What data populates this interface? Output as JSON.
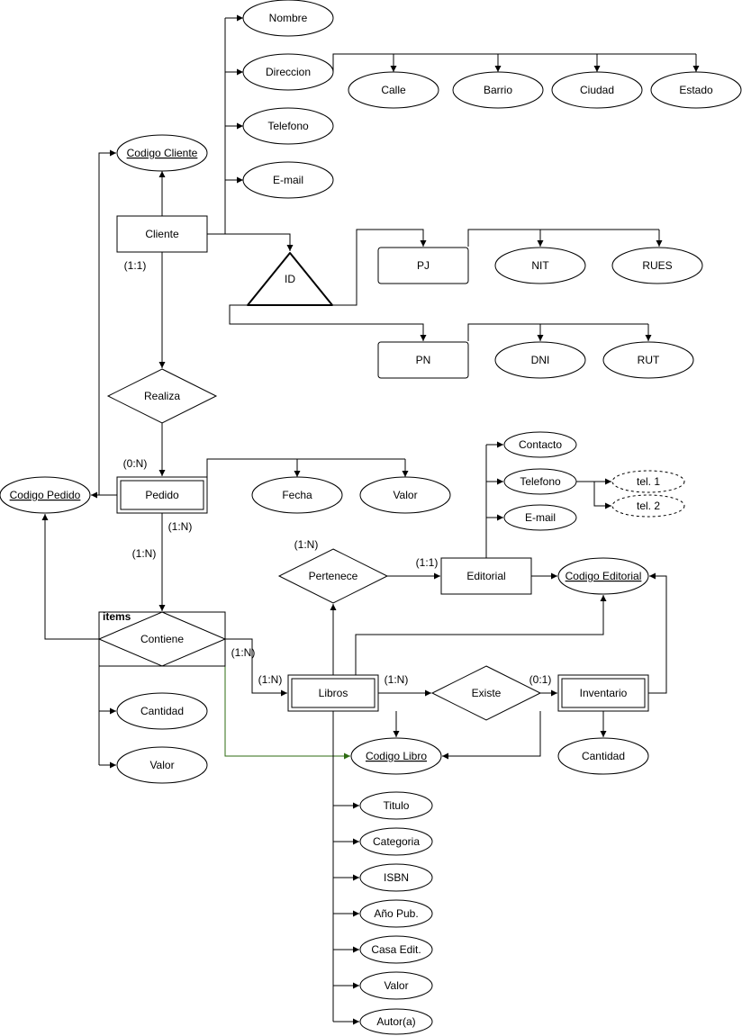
{
  "entities": {
    "cliente": "Cliente",
    "pedido": "Pedido",
    "libros": "Libros",
    "editorial": "Editorial",
    "inventario": "Inventario",
    "pj": "PJ",
    "pn": "PN"
  },
  "relationships": {
    "realiza": "Realiza",
    "contiene": "Contiene",
    "pertenece": "Pertenece",
    "existe": "Existe",
    "id_triangle": "ID"
  },
  "container": {
    "items": "items"
  },
  "attributes": {
    "nombre": "Nombre",
    "direccion": "Direccion",
    "calle": "Calle",
    "barrio": "Barrio",
    "ciudad": "Ciudad",
    "estado": "Estado",
    "telefono_cliente": "Telefono",
    "email_cliente": "E-mail",
    "codigo_cliente": "Codigo Cliente",
    "nit": "NIT",
    "rues": "RUES",
    "dni": "DNI",
    "rut": "RUT",
    "fecha": "Fecha",
    "valor_pedido": "Valor",
    "codigo_pedido": "Codigo Pedido",
    "contacto": "Contacto",
    "telefono_editorial": "Telefono",
    "tel1": "tel. 1",
    "tel2": "tel. 2",
    "email_editorial": "E-mail",
    "codigo_editorial": "Codigo Editorial",
    "cantidad_items": "Cantidad",
    "valor_items": "Valor",
    "codigo_libro": "Codigo Libro",
    "cantidad_inventario": "Cantidad",
    "titulo": "Titulo",
    "categoria": "Categoria",
    "isbn": "ISBN",
    "anio_pub": "Año Pub.",
    "casa_edit": "Casa Edit.",
    "valor_libro": "Valor",
    "autor": "Autor(a)"
  },
  "cardinalities": {
    "cliente_realiza": "(1:1)",
    "realiza_pedido": "(0:N)",
    "pedido_contiene_a": "(1:N)",
    "pedido_contiene_b": "(1:N)",
    "contiene_libros_a": "(1:N)",
    "contiene_libros_b": "(1:N)",
    "pertenece": "(1:N)",
    "editorial": "(1:1)",
    "libros_existe": "(1:N)",
    "existe_inventario": "(0:1)"
  },
  "colors": {
    "line": "#000000",
    "highlight_edge": "#2e6b12",
    "background": "#ffffff"
  }
}
